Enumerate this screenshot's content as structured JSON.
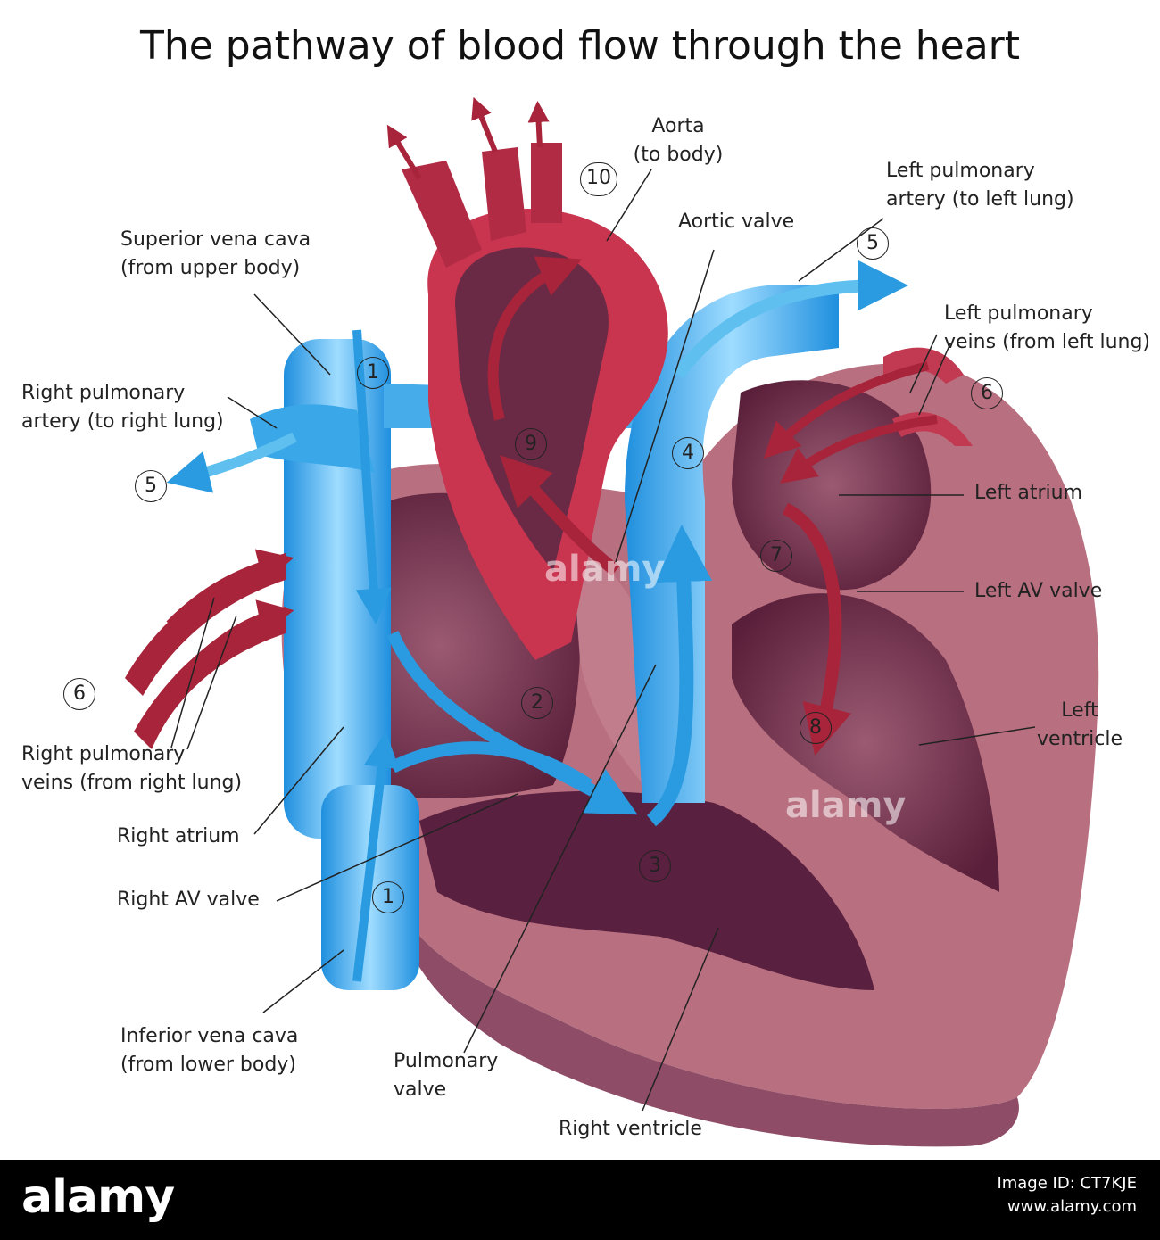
{
  "title": "The pathway of blood flow through the heart",
  "labels": {
    "aorta": [
      "Aorta",
      "(to body)"
    ],
    "left_pulmonary_artery": [
      "Left pulmonary",
      "artery (to left lung)"
    ],
    "aortic_valve": "Aortic valve",
    "superior_vena_cava": [
      "Superior vena cava",
      "(from upper body)"
    ],
    "left_pulmonary_veins": [
      "Left pulmonary",
      "veins (from left lung)"
    ],
    "right_pulmonary_artery": [
      "Right pulmonary",
      "artery (to right lung)"
    ],
    "left_atrium": "Left atrium",
    "left_av_valve": "Left AV valve",
    "left_ventricle": [
      "Left",
      "ventricle"
    ],
    "right_pulmonary_veins": [
      "Right pulmonary",
      "veins (from right lung)"
    ],
    "right_atrium": "Right atrium",
    "right_av_valve": "Right AV valve",
    "inferior_vena_cava": [
      "Inferior vena cava",
      "(from lower body)"
    ],
    "pulmonary_valve": [
      "Pulmonary",
      "valve"
    ],
    "right_ventricle": "Right ventricle"
  },
  "steps": {
    "s10": "10",
    "s5_left": "5",
    "s1_top": "1",
    "s6_right": "6",
    "s9": "9",
    "s4": "4",
    "s5_right": "5",
    "s7": "7",
    "s2": "2",
    "s6_left": "6",
    "s8": "8",
    "s3": "3",
    "s1_bottom": "1"
  },
  "watermark": "alamy",
  "footer": {
    "logo": "alamy",
    "image_id": "Image ID: CT7KJE",
    "site": "www.alamy.com"
  },
  "colors": {
    "heart_wall": "#b8707f",
    "chamber": "#6a2a45",
    "oxygenated": "#a8243a",
    "deoxygenated": "#2a9be0"
  }
}
